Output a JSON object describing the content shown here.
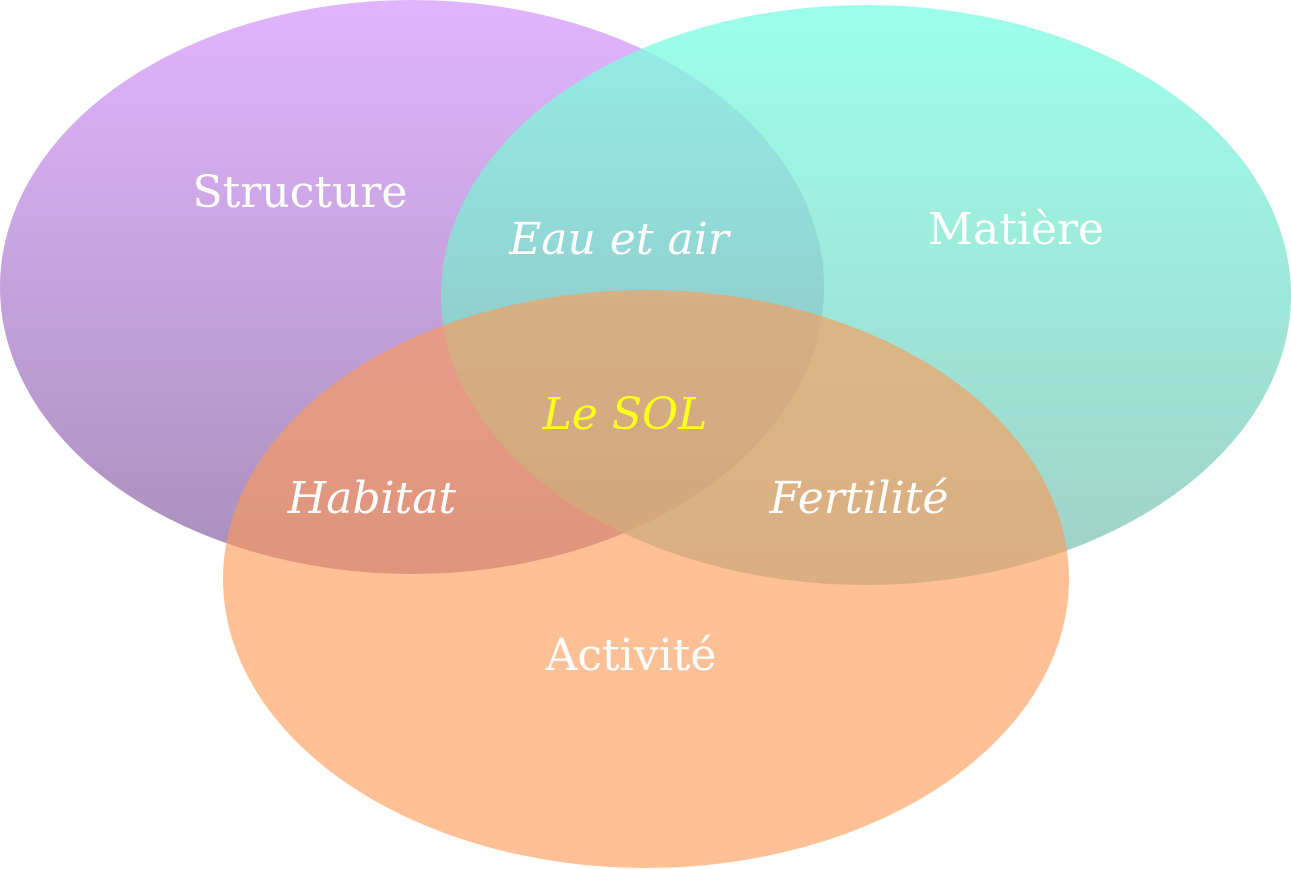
{
  "diagram": {
    "sets": [
      {
        "id": "structure",
        "label": "Structure",
        "color_top": "#e1b4ff",
        "color_bottom": "#a98fba"
      },
      {
        "id": "matiere",
        "label": "Matière",
        "color_top": "#80ffe4",
        "color_bottom": "#86c3b8"
      },
      {
        "id": "activite",
        "label": "Activité",
        "color": "#ff9955"
      }
    ],
    "overlaps": {
      "structure_matiere": "Eau et air",
      "structure_activite": "Habitat",
      "matiere_activite": "Fertilité"
    },
    "center": {
      "label": "Le SOL",
      "color": "#ffff1a"
    }
  }
}
